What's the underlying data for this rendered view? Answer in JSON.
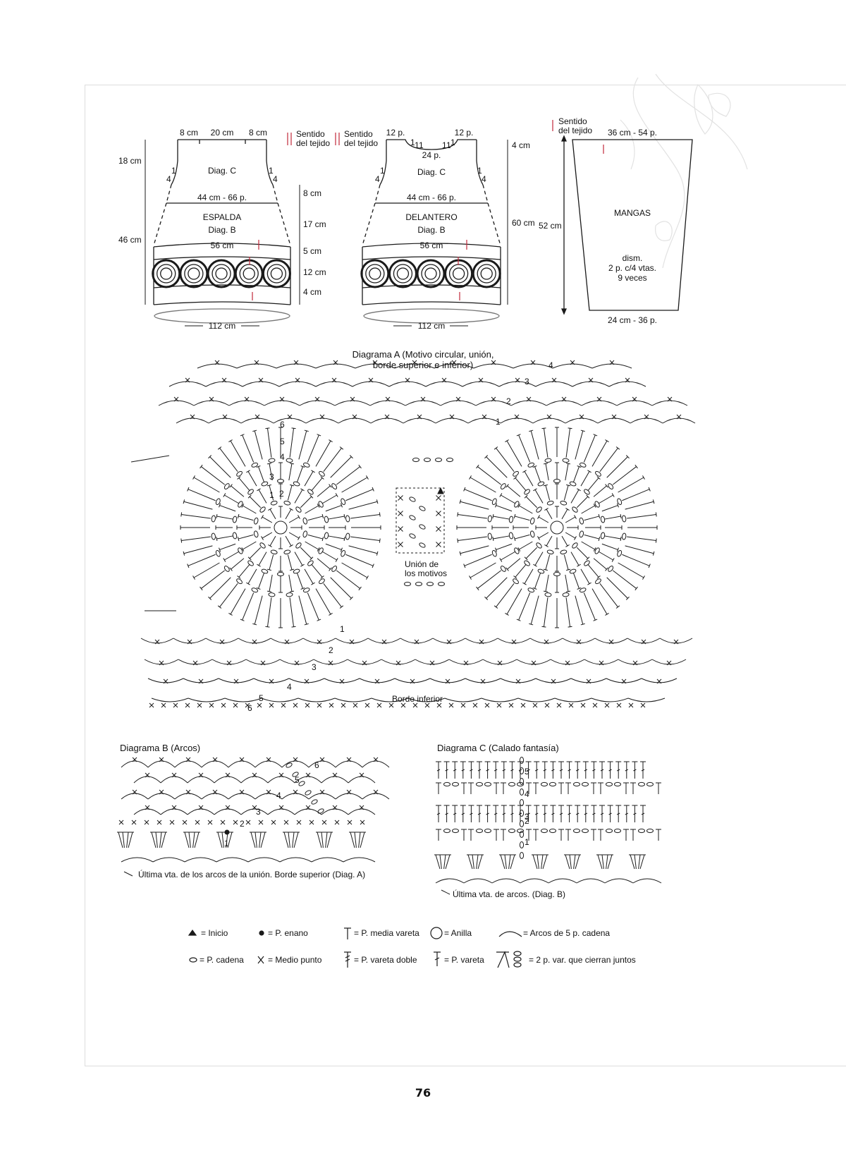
{
  "schematics": {
    "back": {
      "name": "ESPALDA",
      "top_widths": [
        "8 cm",
        "20 cm",
        "8 cm"
      ],
      "yoke_label": "Diag. C",
      "body_label": "Diag. B",
      "stitch_width": "44 cm - 66 p.",
      "band_width": "56 cm",
      "circumference": "112 cm",
      "left_heights": [
        "18 cm",
        "46 cm"
      ],
      "right_heights": [
        "8 cm",
        "17 cm",
        "5 cm",
        "12 cm",
        "4 cm"
      ],
      "decrease_marks": [
        "4",
        "1",
        "1",
        "4"
      ]
    },
    "direction_note": [
      "Sentido",
      "del tejido"
    ],
    "front": {
      "name": "DELANTERO",
      "top_stitches": [
        "12 p.",
        "12 p."
      ],
      "neck_stitches": "24 p.",
      "neck_marks": [
        "1",
        "1",
        "1",
        "1",
        "1",
        "1"
      ],
      "yoke_label": "Diag. C",
      "body_label": "Diag. B",
      "stitch_width": "44 cm - 66 p.",
      "band_width": "56 cm",
      "circumference": "112 cm",
      "right_heights": [
        "4 cm",
        "60 cm"
      ],
      "decrease_marks": [
        "4",
        "1",
        "1",
        "4"
      ]
    },
    "sleeve": {
      "name": "MANGAS",
      "top_width": "36 cm - 54 p.",
      "bottom_width": "24 cm - 36 p.",
      "height": "52 cm",
      "decrease_note": [
        "dism.",
        "2 p. c/4 vtas.",
        "9 veces"
      ]
    }
  },
  "diagram_a": {
    "title": [
      "Diagrama A (Motivo circular, unión,",
      "borde superior e inferior)"
    ],
    "join_label": [
      "Unión de",
      "los motivos"
    ],
    "bottom_border_label": "Borde inferior",
    "top_row_numbers": [
      "1",
      "2",
      "3",
      "4"
    ],
    "motif_round_numbers": [
      "1",
      "2",
      "3",
      "4",
      "5",
      "6"
    ],
    "bottom_row_numbers": [
      "1",
      "2",
      "3",
      "4",
      "5",
      "6"
    ]
  },
  "diagram_b": {
    "title": "Diagrama B (Arcos)",
    "row_numbers": [
      "1",
      "2",
      "3",
      "4",
      "5",
      "6"
    ],
    "note": "Última vta. de los arcos de la unión. Borde superior (Diag. A)"
  },
  "diagram_c": {
    "title": "Diagrama C (Calado fantasía)",
    "row_numbers": [
      "1",
      "2",
      "3",
      "4",
      "5"
    ],
    "note": "Última vta. de arcos. (Diag. B)"
  },
  "legend": [
    {
      "symbol": "triangle",
      "text": "= Inicio"
    },
    {
      "symbol": "dot",
      "text": "= P. enano"
    },
    {
      "symbol": "half-dc",
      "text": "= P. media vareta"
    },
    {
      "symbol": "ring",
      "text": "= Anilla"
    },
    {
      "symbol": "arc",
      "text": "= Arcos de 5 p. cadena"
    },
    {
      "symbol": "chain",
      "text": "= P. cadena"
    },
    {
      "symbol": "x",
      "text": "= Medio punto"
    },
    {
      "symbol": "double-dc",
      "text": "= P. vareta doble"
    },
    {
      "symbol": "dc",
      "text": "= P. vareta"
    },
    {
      "symbol": "cluster",
      "text": "= 2 p. var. que cierran juntos"
    }
  ],
  "page_number": "76",
  "colors": {
    "ink": "#1a1a1a",
    "accent_arrow": "#c0283a",
    "frame": "#dddddd"
  }
}
